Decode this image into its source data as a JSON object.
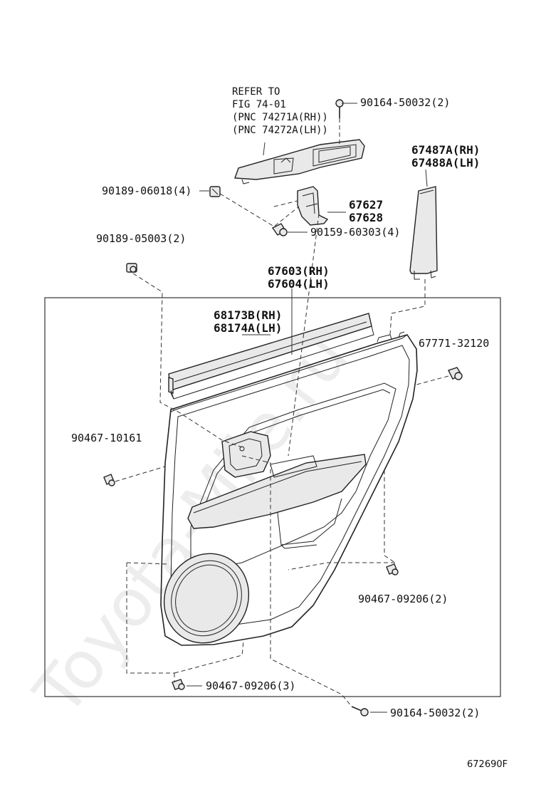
{
  "watermark": "Toyota-Mile.ru",
  "refer_note": {
    "line1": "REFER TO",
    "line2": "FIG 74-01",
    "line3": "(PNC 74271A(RH))",
    "line4": "(PNC 74272A(LH))"
  },
  "labels": {
    "screw_top": "90164-50032(2)",
    "clip_left_upper": "90189-06018(4)",
    "bracket_a": "67627",
    "bracket_b": "67628",
    "screw_mid": "90159-60303(4)",
    "clip_left_lower": "90189-05003(2)",
    "garnish_rh": "67487A(RH)",
    "garnish_lh": "67488A(LH)",
    "panel_rh": "67603(RH)",
    "panel_lh": "67604(LH)",
    "strip_rh": "68173B(RH)",
    "strip_lh": "68174A(LH)",
    "clip_right": "67771-32120",
    "clip_left_panel": "90467-10161",
    "clip_right_lower": "90467-09206(2)",
    "clip_bottom": "90467-09206(3)",
    "screw_bottom": "90164-50032(2)"
  },
  "figure_code": "672690F"
}
